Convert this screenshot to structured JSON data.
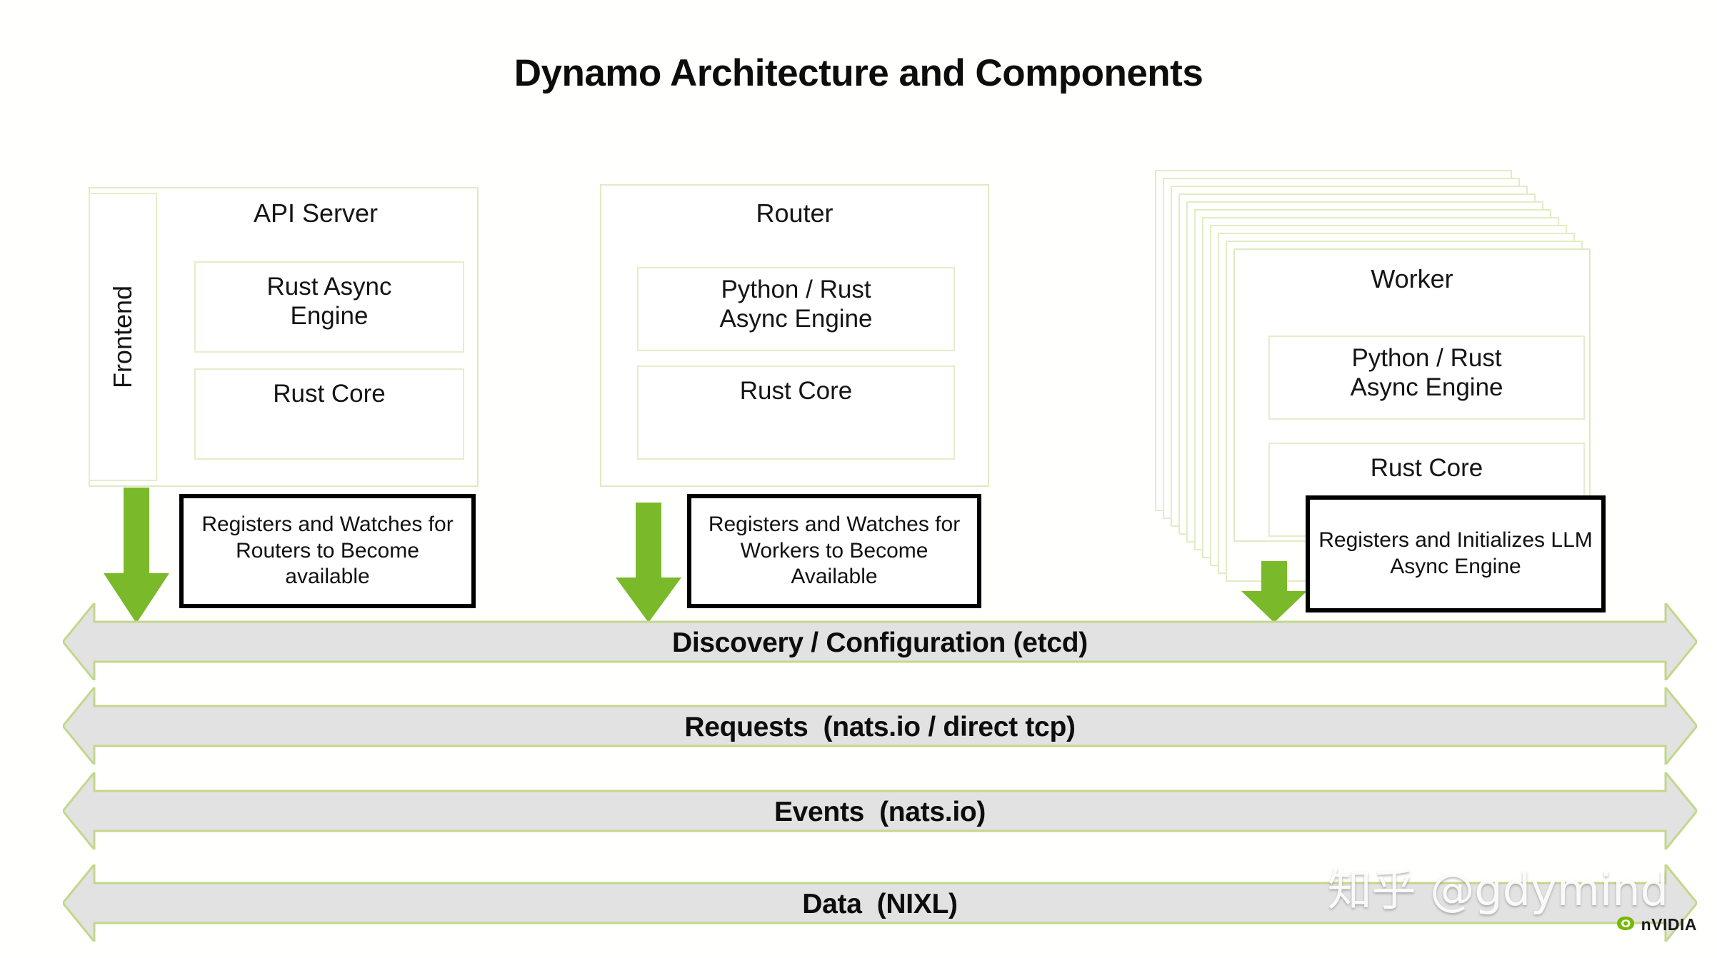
{
  "title": "Dynamo Architecture and Components",
  "colors": {
    "card_outline": "#dfeac3",
    "subcard_outline": "#e4eecb",
    "green_arrow": "#7ab929",
    "band_fill": "#e2e2e2",
    "band_outline": "#c3d78a",
    "callout_border": "#000000",
    "background": "#fffffd",
    "nvidia_green": "#76b900"
  },
  "components": [
    {
      "name": "API Server",
      "side_label": "Frontend",
      "layers": [
        {
          "label": "Rust Async\nEngine"
        },
        {
          "label": "Rust Core"
        }
      ]
    },
    {
      "name": "Router",
      "layers": [
        {
          "label": "Python / Rust\nAsync Engine"
        },
        {
          "label": "Rust Core"
        }
      ]
    },
    {
      "name": "Worker",
      "stack_count": 10,
      "layers": [
        {
          "label": "Python / Rust\nAsync Engine"
        },
        {
          "label": "Rust Core"
        }
      ]
    }
  ],
  "callouts": [
    {
      "text": "Registers and Watches for Routers to Become available"
    },
    {
      "text": "Registers and Watches for Workers to Become Available"
    },
    {
      "text": "Registers and Initializes LLM Async Engine"
    }
  ],
  "bands": [
    {
      "label": "Discovery / Configuration (etcd)"
    },
    {
      "label": "Requests  (nats.io / direct tcp)"
    },
    {
      "label": "Events  (nats.io)"
    },
    {
      "label": "Data  (NIXL)"
    }
  ],
  "watermark": "知乎 @gdymind",
  "brand": {
    "name": "nVIDIA"
  }
}
